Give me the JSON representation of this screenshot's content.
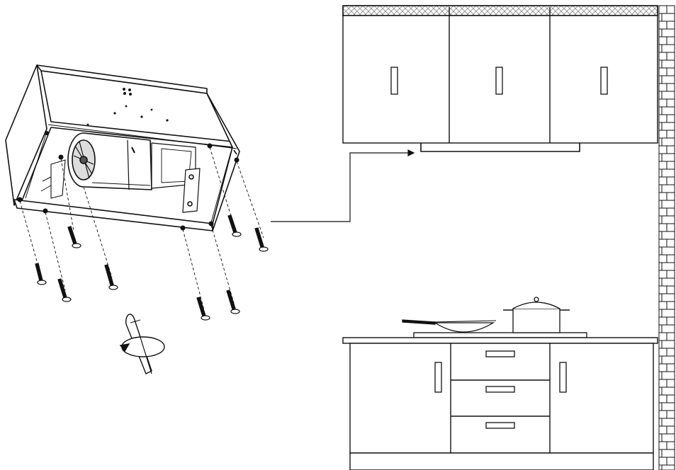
{
  "diagram": {
    "background": "#ffffff",
    "ink": "#111111",
    "hatch": "#888888",
    "components": [
      "range-hood-unit",
      "mounting-screws",
      "screwdriver-rotation",
      "wall-cabinets",
      "kitchen-counter-base-cabinets",
      "brick-wall",
      "cooktop-with-pan-and-pot",
      "installation-arrow"
    ],
    "screw_count": 8,
    "wall_cabinet_door_count": 3,
    "base_drawer_count": 3
  }
}
